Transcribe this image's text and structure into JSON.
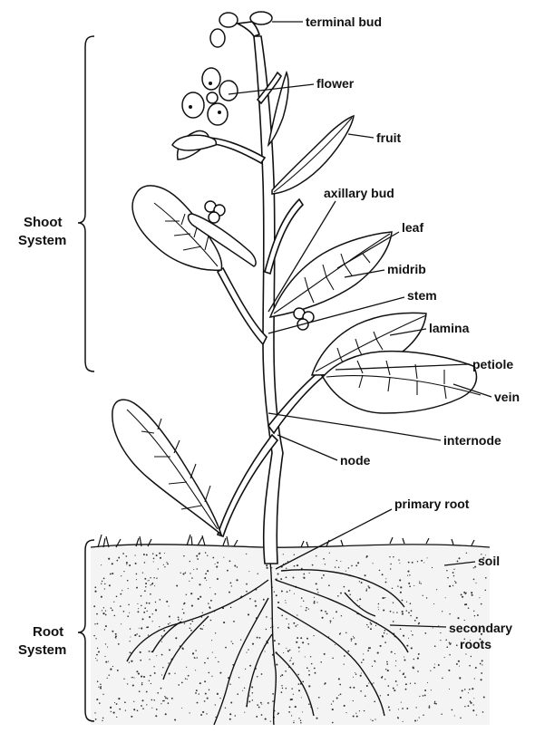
{
  "systems": {
    "shoot": [
      "Shoot",
      "System"
    ],
    "root": [
      "Root",
      "System"
    ]
  },
  "labels": {
    "terminal_bud": "terminal bud",
    "flower": "flower",
    "fruit": "fruit",
    "axillary_bud": "axillary bud",
    "leaf": "leaf",
    "midrib": "midrib",
    "stem": "stem",
    "lamina": "lamina",
    "petiole": "petiole",
    "vein": "vein",
    "internode": "internode",
    "node": "node",
    "primary_root": "primary root",
    "soil": "soil",
    "secondary_roots": [
      "secondary",
      "roots"
    ]
  }
}
